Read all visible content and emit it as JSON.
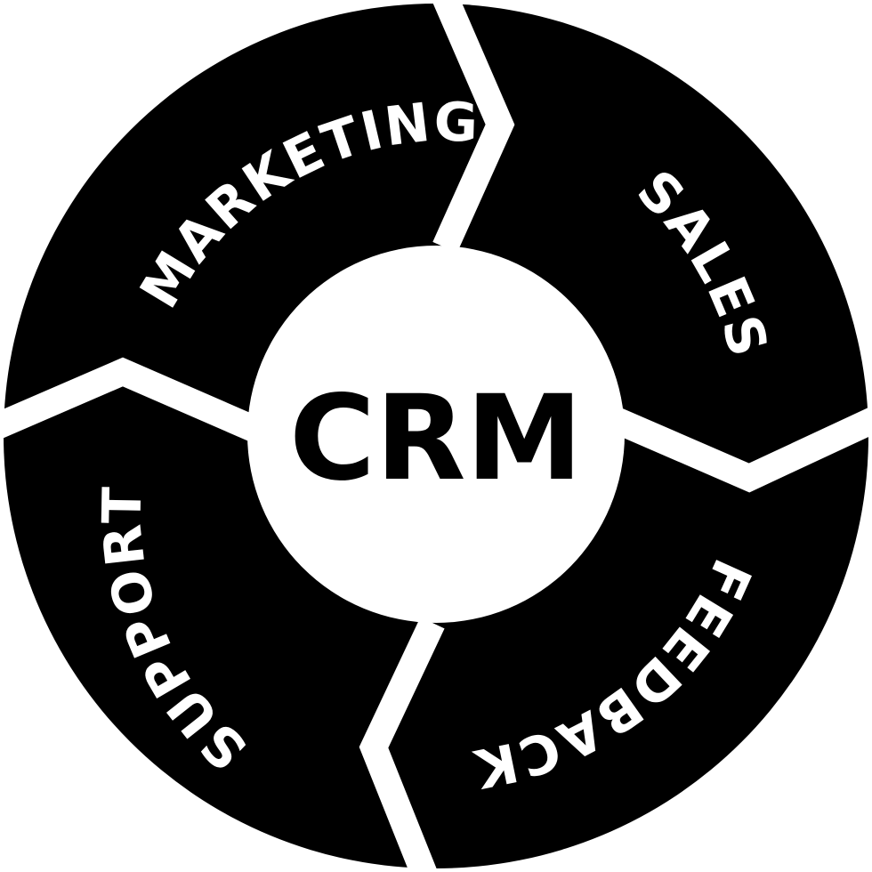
{
  "diagram": {
    "center_label": "CRM",
    "segments": [
      {
        "id": "marketing",
        "label": "MARKETING"
      },
      {
        "id": "sales",
        "label": "SALES"
      },
      {
        "id": "feedback",
        "label": "FEEDBACK"
      },
      {
        "id": "support",
        "label": "SUPPORT"
      }
    ]
  },
  "colors": {
    "ring": "#000000",
    "background": "#ffffff",
    "label_on_ring": "#ffffff",
    "center_text": "#000000"
  }
}
